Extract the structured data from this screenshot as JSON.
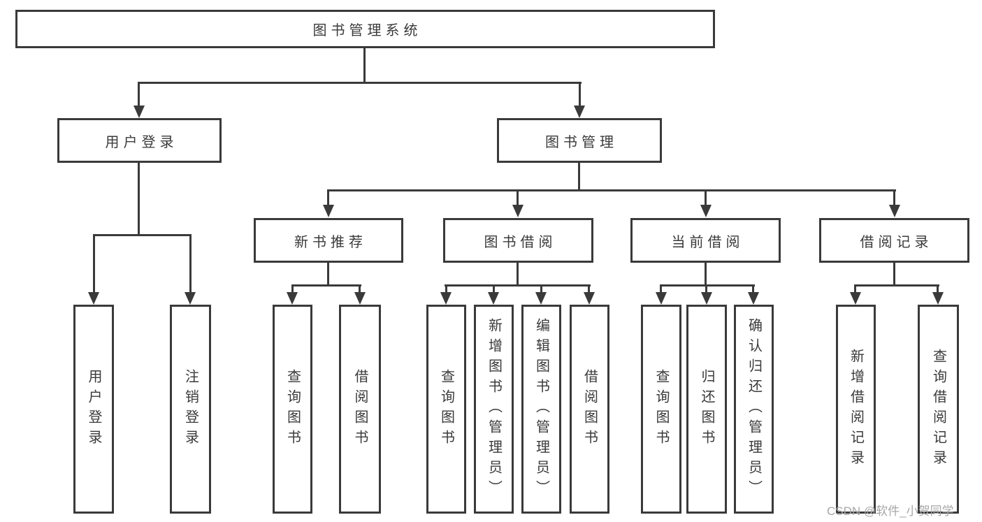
{
  "tree": {
    "root": {
      "label": "图书管理系统"
    },
    "user_login": {
      "label": "用户登录",
      "children": [
        {
          "label": "用户登录"
        },
        {
          "label": "注销登录"
        }
      ]
    },
    "book_mgmt": {
      "label": "图书管理"
    },
    "new_book_rec": {
      "label": "新书推荐",
      "children": [
        {
          "label": "查询图书"
        },
        {
          "label": "借阅图书"
        }
      ]
    },
    "book_borrow": {
      "label": "图书借阅",
      "children": [
        {
          "label": "查询图书"
        },
        {
          "label": "新增图书（管理员）"
        },
        {
          "label": "编辑图书（管理员）"
        },
        {
          "label": "借阅图书"
        }
      ]
    },
    "current_borrow": {
      "label": "当前借阅",
      "children": [
        {
          "label": "查询图书"
        },
        {
          "label": "归还图书"
        },
        {
          "label": "确认归还（管理员）"
        }
      ]
    },
    "borrow_record": {
      "label": "借阅记录",
      "children": [
        {
          "label": "新增借阅记录"
        },
        {
          "label": "查询借阅记录"
        }
      ]
    }
  },
  "colors": {
    "line": "#3a3a3a",
    "text": "#3a3a3a",
    "watermark": "#a7a7a7"
  },
  "watermark": {
    "text": "CSDN @软件_小贺同学"
  }
}
